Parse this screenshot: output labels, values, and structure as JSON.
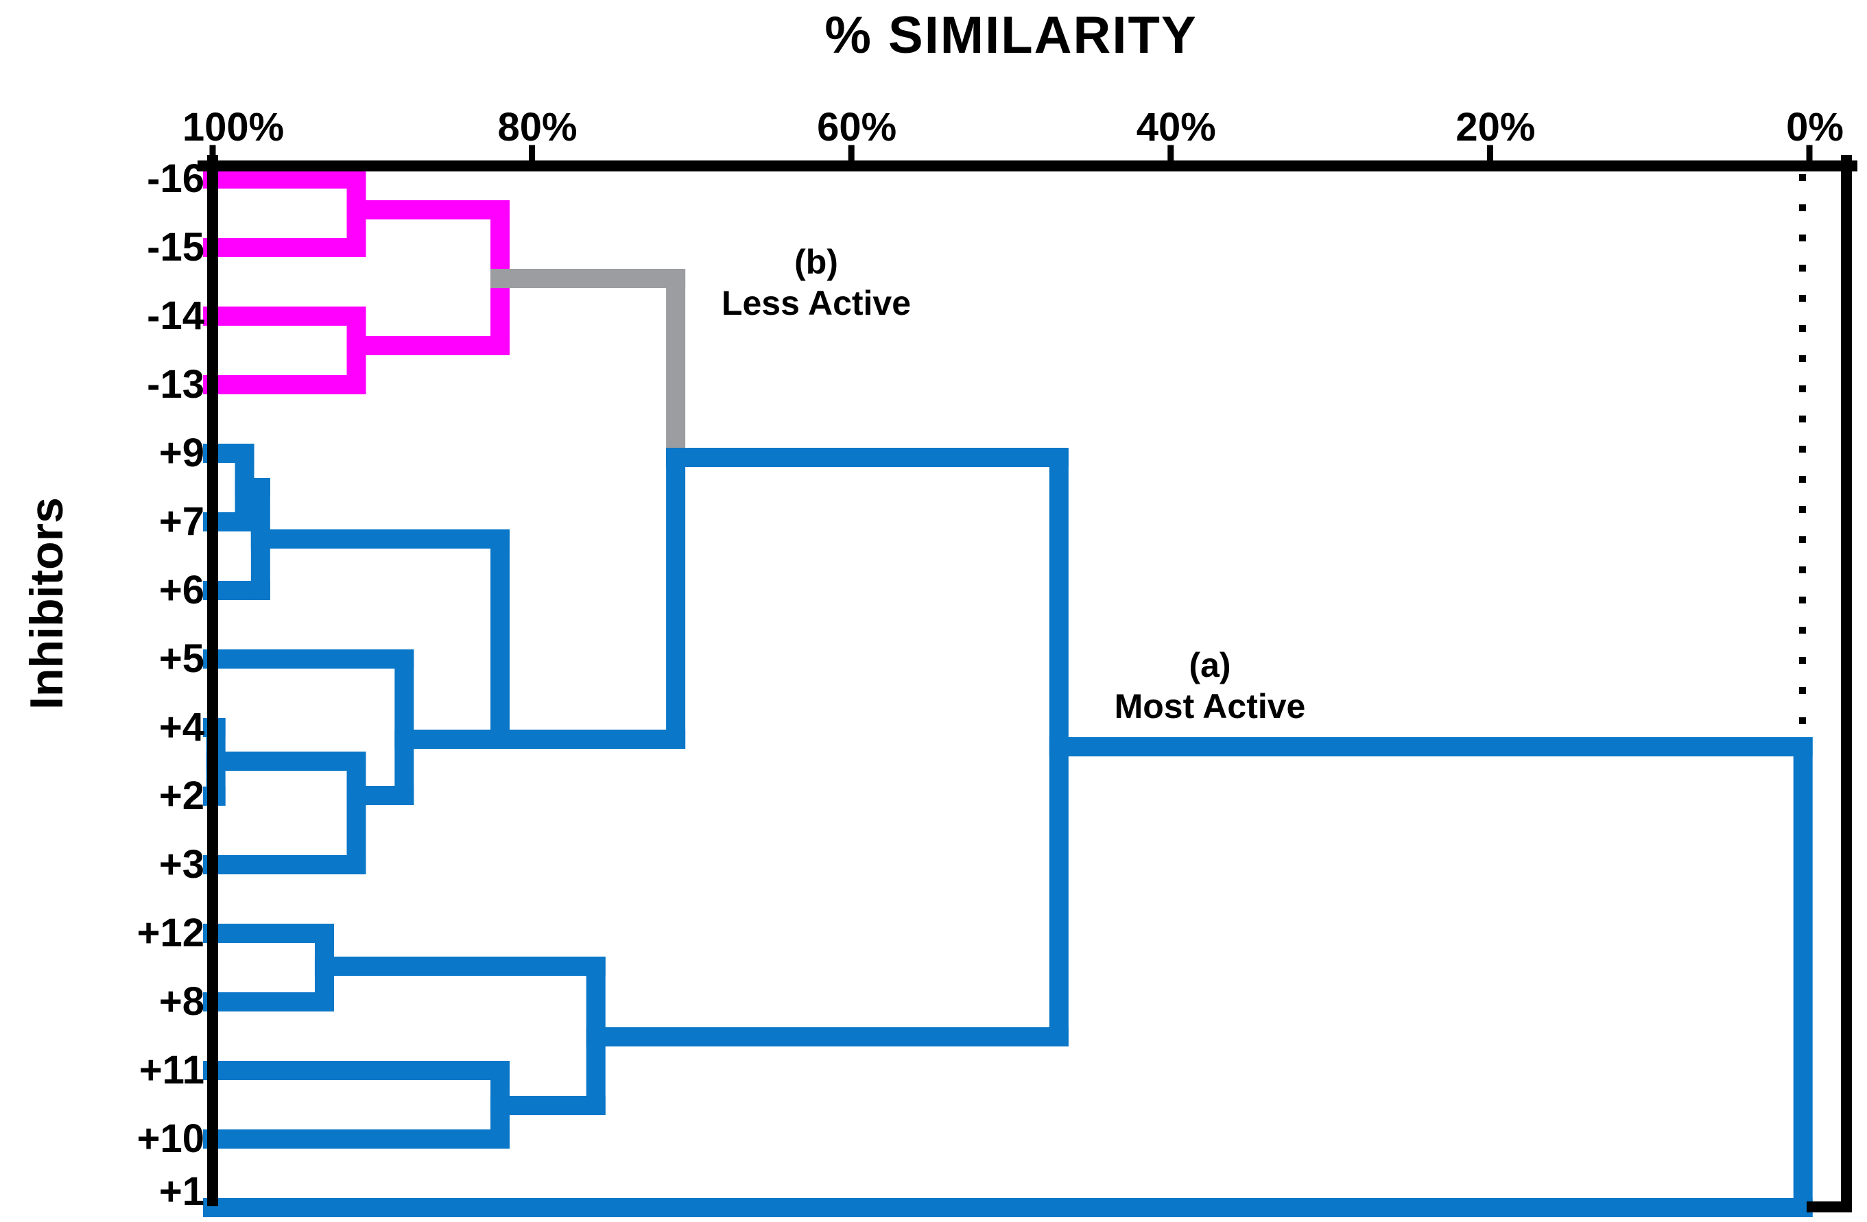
{
  "title": "% SIMILARITY",
  "y_axis_label": "Inhibitors",
  "annotations": {
    "cluster_a": {
      "tag": "(a)",
      "label": "Most Active"
    },
    "cluster_b": {
      "tag": "(b)",
      "label": "Less Active"
    }
  },
  "colors": {
    "blue": "#0A77C8",
    "magenta": "#FF00FF",
    "gray": "#9B9DA0",
    "black": "#000000",
    "background": "#FFFFFF"
  },
  "chart_data": {
    "type": "dendrogram",
    "title": "% SIMILARITY",
    "xlabel": "% SIMILARITY",
    "ylabel": "Inhibitors",
    "orientation": "horizontal, leaves at left (100% similarity), root at right (0%)",
    "x_axis": {
      "min": 0,
      "max": 100,
      "tick_values": [
        100,
        80,
        60,
        40,
        20,
        0
      ],
      "tick_labels": [
        "100%",
        "80%",
        "60%",
        "40%",
        "20%",
        "0%"
      ],
      "zero_reference_line": "dotted vertical line at 0% similarity"
    },
    "legend": {
      "a": "(a) Most Active cluster drawn in blue",
      "b": "(b) Less Active cluster drawn in magenta, joined to tree by gray bridge"
    },
    "leaves": [
      "-16",
      "-15",
      "-14",
      "-13",
      "+9",
      "+7",
      "+6",
      "+5",
      "+4",
      "+2",
      "+3",
      "+12",
      "+8",
      "+11",
      "+10",
      "+1"
    ],
    "merges": [
      {
        "id": "b-16-15",
        "children": [
          "-16",
          "-15"
        ],
        "similarity": 91,
        "row": 0.45,
        "color": "magenta"
      },
      {
        "id": "b-14-13",
        "children": [
          "-14",
          "-13"
        ],
        "similarity": 91,
        "row": 2.43,
        "color": "magenta"
      },
      {
        "id": "b-root",
        "children": [
          "b-16-15",
          "b-14-13"
        ],
        "similarity": 82,
        "row": 1.45,
        "color": "magenta",
        "out_color": "gray",
        "entry_row": 4.06
      },
      {
        "id": "a-9-7",
        "children": [
          "+9",
          "+7"
        ],
        "similarity": 98,
        "row": 4.5,
        "color": "blue"
      },
      {
        "id": "a-9-7-6",
        "children": [
          "a-9-7",
          "+6"
        ],
        "similarity": 97,
        "row": 5.25,
        "color": "blue"
      },
      {
        "id": "a-4-2",
        "children": [
          "+4",
          "+2"
        ],
        "similarity": 99.8,
        "row": 8.49,
        "color": "blue"
      },
      {
        "id": "a-4-2-3",
        "children": [
          "a-4-2",
          "+3"
        ],
        "similarity": 91,
        "row": 8.99,
        "color": "blue"
      },
      {
        "id": "a-5-group",
        "children": [
          "+5",
          "a-4-2-3"
        ],
        "similarity": 88,
        "row": 8.17,
        "color": "blue"
      },
      {
        "id": "a-upper",
        "children": [
          "a-9-7-6",
          "a-5-group"
        ],
        "similarity": 82,
        "row": 8.17,
        "color": "blue"
      },
      {
        "id": "ab-join",
        "children": [
          "b-root",
          "a-upper"
        ],
        "similarity": 71,
        "row": 4.06,
        "color": "blue"
      },
      {
        "id": "a-12-8",
        "children": [
          "+12",
          "+8"
        ],
        "similarity": 93,
        "row": 11.48,
        "color": "blue"
      },
      {
        "id": "a-11-10",
        "children": [
          "+11",
          "+10"
        ],
        "similarity": 82,
        "row": 13.51,
        "color": "blue"
      },
      {
        "id": "a-lower",
        "children": [
          "a-12-8",
          "a-11-10"
        ],
        "similarity": 76,
        "row": 12.51,
        "color": "blue"
      },
      {
        "id": "a-main",
        "children": [
          "ab-join",
          "a-lower"
        ],
        "similarity": 47,
        "row": 8.28,
        "color": "blue"
      },
      {
        "id": "root",
        "children": [
          "a-main",
          "+1"
        ],
        "similarity": 0.4,
        "row": 15.0,
        "color": "blue"
      }
    ]
  }
}
